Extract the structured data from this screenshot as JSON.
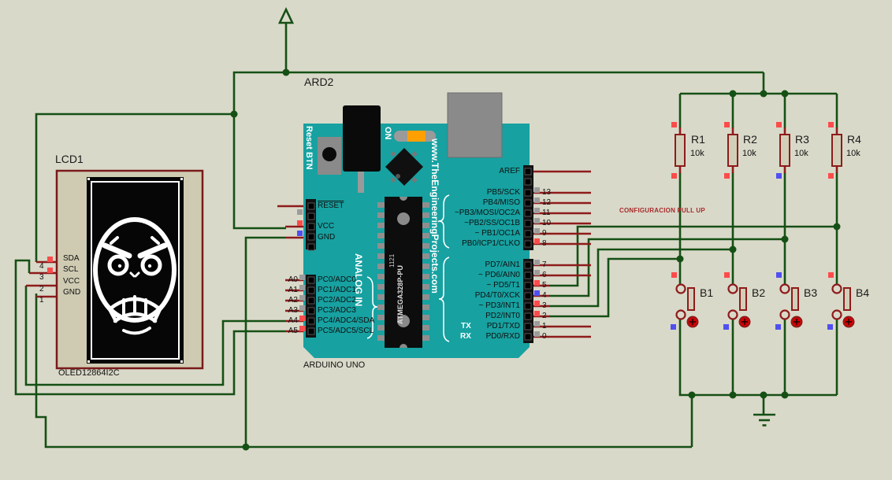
{
  "lcd": {
    "ref": "LCD1",
    "model": "OLED12864I2C",
    "pins": [
      {
        "num": "4",
        "name": "SDA"
      },
      {
        "num": "3",
        "name": "SCL"
      },
      {
        "num": "2",
        "name": "VCC"
      },
      {
        "num": "1",
        "name": "GND"
      }
    ]
  },
  "arduino": {
    "ref": "ARD2",
    "board_name": "ARDUINO UNO",
    "reset_btn": "Reset BTN",
    "on_led": "ON",
    "analog_in": "ANALOG IN",
    "url": "www.TheEngineeringProjects.com",
    "chip_name": "ATMEGA328P-PU",
    "chip_code": "1121",
    "aref": "AREF",
    "power_pins": [
      "RESET",
      "VCC",
      "GND"
    ],
    "analog_pins": [
      {
        "ext": "A0",
        "label": "PC0/ADC0"
      },
      {
        "ext": "A1",
        "label": "PC1/ADC1"
      },
      {
        "ext": "A2",
        "label": "PC2/ADC2"
      },
      {
        "ext": "A3",
        "label": "PC3/ADC3"
      },
      {
        "ext": "A4",
        "label": "PC4/ADC4/SDA"
      },
      {
        "ext": "A5",
        "label": "PC5/ADC5/SCL"
      }
    ],
    "digital_upper": [
      {
        "num": "13",
        "label": "PB5/SCK"
      },
      {
        "num": "12",
        "label": "PB4/MISO"
      },
      {
        "num": "11",
        "label": "~PB3/MOSI/OC2A"
      },
      {
        "num": "10",
        "label": "~PB2/SS/OC1B"
      },
      {
        "num": "9",
        "label": "~ PB1/OC1A"
      },
      {
        "num": "8",
        "label": "PB0/ICP1/CLKO"
      }
    ],
    "digital_lower": [
      {
        "num": "7",
        "label": "PD7/AIN1",
        "tag": ""
      },
      {
        "num": "6",
        "label": "~ PD6/AIN0",
        "tag": ""
      },
      {
        "num": "5",
        "label": "~ PD5/T1",
        "tag": ""
      },
      {
        "num": "4",
        "label": "PD4/T0/XCK",
        "tag": ""
      },
      {
        "num": "3",
        "label": "~ PD3/INT1",
        "tag": ""
      },
      {
        "num": "2",
        "label": "PD2/INT0",
        "tag": ""
      },
      {
        "num": "1",
        "label": "PD1/TXD",
        "tag": "TX"
      },
      {
        "num": "0",
        "label": "PD0/RXD",
        "tag": "RX"
      }
    ]
  },
  "annotation": "CONFIGURACION PULL UP",
  "resistors": [
    {
      "ref": "R1",
      "value": "10k"
    },
    {
      "ref": "R2",
      "value": "10k"
    },
    {
      "ref": "R3",
      "value": "10k"
    },
    {
      "ref": "R4",
      "value": "10k"
    }
  ],
  "buttons": [
    {
      "ref": "B1"
    },
    {
      "ref": "B2"
    },
    {
      "ref": "B3"
    },
    {
      "ref": "B4"
    }
  ],
  "colors": {
    "background": "#D9D9C9",
    "wire_green": "#155015",
    "pin_stub_red": "#8E1B1B",
    "board_teal": "#17A1A1",
    "component_fill": "#CFCBB2",
    "indicator_red": "#FB4B4B",
    "indicator_blue": "#5050F0",
    "indicator_gray": "#9C9C9C",
    "annotation_red": "#A62B2B",
    "led_orange": "#FFA000"
  }
}
